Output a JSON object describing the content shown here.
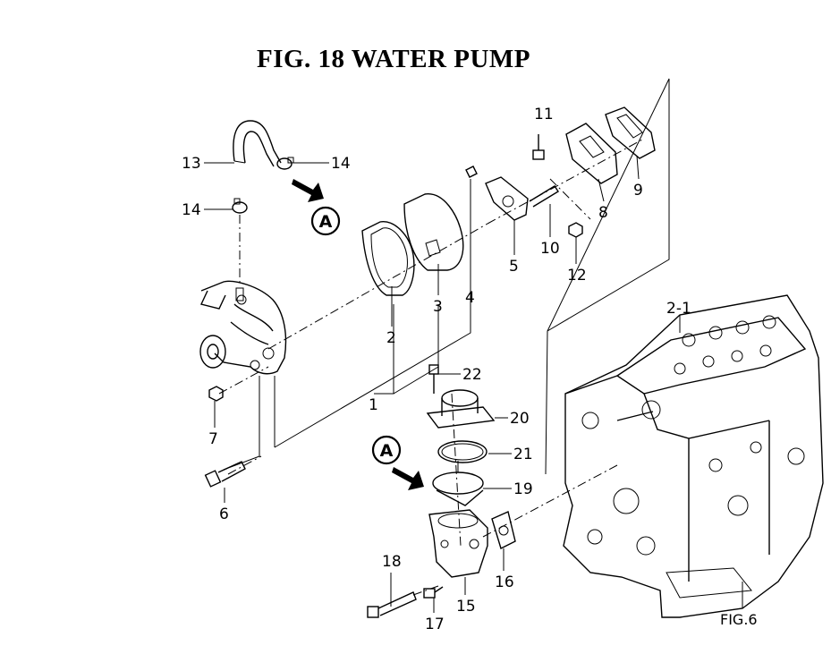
{
  "title": "FIG. 18  WATER PUMP",
  "callouts": {
    "p1": "1",
    "p2": "2",
    "p3": "3",
    "p4": "4",
    "p5": "5",
    "p6": "6",
    "p7": "7",
    "p8": "8",
    "p9": "9",
    "p10": "10",
    "p11": "11",
    "p12": "12",
    "p13": "13",
    "p14a": "14",
    "p14b": "14",
    "p15": "15",
    "p16": "16",
    "p17": "17",
    "p18": "18",
    "p19": "19",
    "p20": "20",
    "p21": "21",
    "p22": "22",
    "p2_1": "2-1"
  },
  "refs": {
    "marker_a_top": "A",
    "marker_a_bottom": "A",
    "fig_ref": "FIG.6"
  }
}
